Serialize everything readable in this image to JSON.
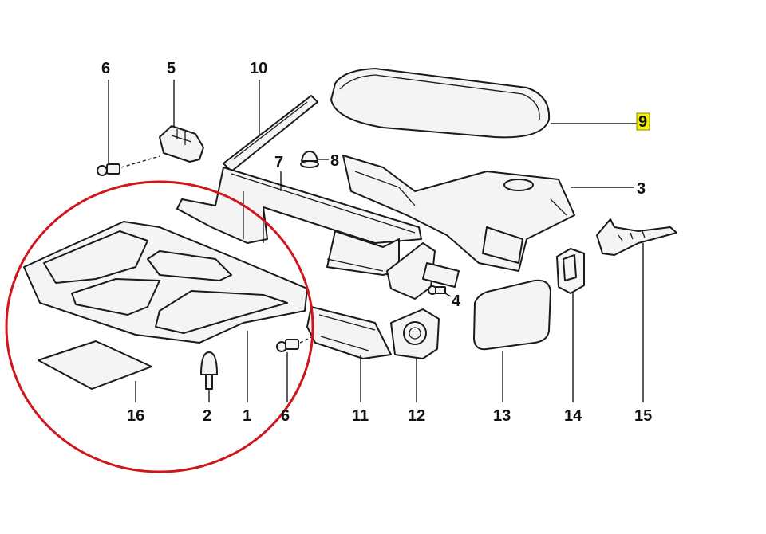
{
  "callouts": {
    "c6a": "6",
    "c5": "5",
    "c10": "10",
    "c9": "9",
    "c7": "7",
    "c8": "8",
    "c3": "3",
    "c4": "4",
    "c16": "16",
    "c2": "2",
    "c1": "1",
    "c6b": "6",
    "c11": "11",
    "c12": "12",
    "c13": "13",
    "c14": "14",
    "c15": "15"
  },
  "colors": {
    "annotation_circle": "#d0161b",
    "highlight": "#f3f000",
    "line": "#1a1a1a"
  }
}
